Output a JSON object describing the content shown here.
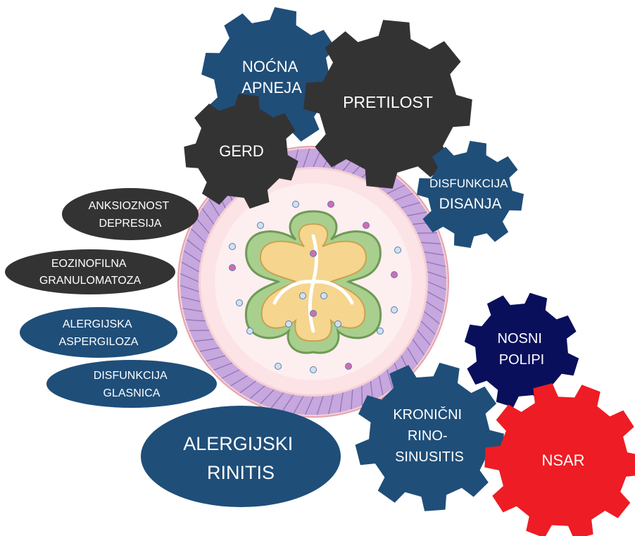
{
  "colors": {
    "navy_blue": "#1f4e79",
    "dark_grey": "#333333",
    "dark_navy": "#0a0f5c",
    "red": "#ee1c24",
    "airway_outer": "#f2c9cf",
    "airway_muscle": "#c6a7de",
    "epithelium_green": "#a9cf8e",
    "lumen_yellow": "#f6d58e"
  },
  "center_image": {
    "icon": "airway-cross-section-illustration"
  },
  "gears": {
    "nocna_apneja": {
      "lines": [
        "NOĆNA",
        "APNEJA"
      ],
      "color": "#1f4e79"
    },
    "pretilost": {
      "lines": [
        "PRETILOST"
      ],
      "color": "#333333"
    },
    "gerd": {
      "lines": [
        "GERD"
      ],
      "color": "#333333"
    },
    "disfunkcija_disanja": {
      "lines": [
        "DISFUNKCIJA",
        "DISANJA"
      ],
      "color": "#1f4e79"
    },
    "nosni_polipi": {
      "lines": [
        "NOSNI",
        "POLIPI"
      ],
      "color": "#0a0f5c"
    },
    "kronicni_rinosinusitis": {
      "lines": [
        "KRONIČNI",
        "RINO-",
        "SINUSITIS"
      ],
      "color": "#1f4e79"
    },
    "nsar": {
      "lines": [
        "NSAR"
      ],
      "color": "#ee1c24"
    }
  },
  "ellipses": {
    "anksioznost": {
      "lines": [
        "ANKSIOZNOST",
        "DEPRESIJA"
      ],
      "color": "#333333"
    },
    "eozinofilna": {
      "lines": [
        "EOZINOFILNA",
        "GRANULOMATOZA"
      ],
      "color": "#333333"
    },
    "alergijska": {
      "lines": [
        "ALERGIJSKA",
        "ASPERGILOZA"
      ],
      "color": "#1f4e79"
    },
    "glasnica": {
      "lines": [
        "DISFUNKCIJA",
        "GLASNICA"
      ],
      "color": "#1f4e79"
    },
    "rinitis": {
      "lines": [
        "ALERGIJSKI",
        "RINITIS"
      ],
      "color": "#1f4e79"
    }
  }
}
